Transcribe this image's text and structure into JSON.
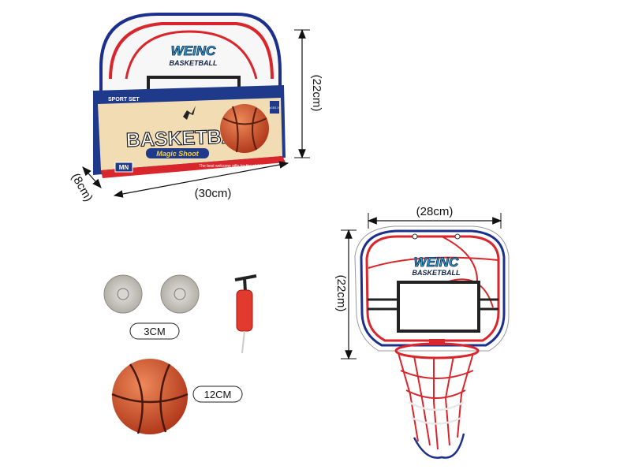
{
  "brand": {
    "logo_main": "WEINC",
    "logo_sub": "BASKETBALL"
  },
  "package": {
    "title": "BASKETBALL",
    "subtitle": "Magic Shoot",
    "tagline": "The best welcome gifts for the children",
    "side_label": "SPORT SET",
    "maker_badge": "MN",
    "age_badge": "AGES 3+",
    "dim_height": "(22cm)",
    "dim_width": "(30cm)",
    "dim_depth": "(8cm)"
  },
  "board": {
    "dim_width": "(28cm)",
    "dim_height": "(22cm)"
  },
  "accessories": {
    "suction_cup_size": "3CM",
    "ball_size": "12CM"
  },
  "colors": {
    "red": "#d9262c",
    "blue": "#1c2f8c",
    "ball": "#c8502a",
    "box_blue": "#1f3a8a",
    "box_cream": "#f2dcb4"
  }
}
